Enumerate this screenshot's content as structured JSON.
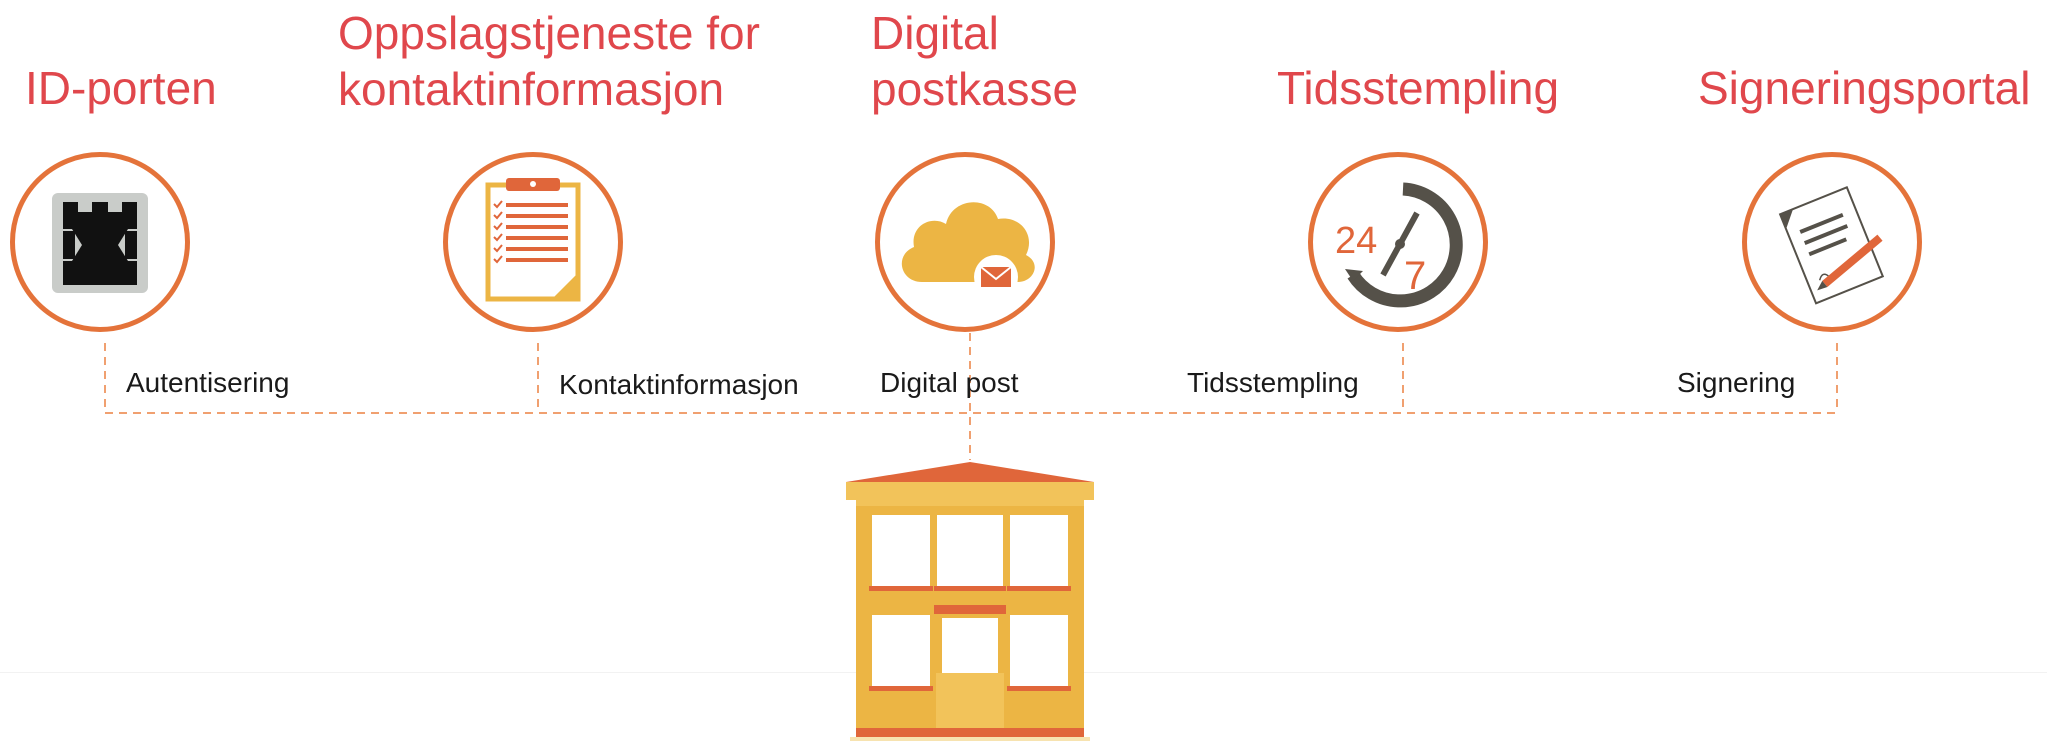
{
  "services": [
    {
      "title": "ID-porten",
      "label": "Autentisering",
      "icon": "castle-icon"
    },
    {
      "title": "Oppslagstjeneste for kontaktinformasjon",
      "label": "Kontaktinformasjon",
      "icon": "clipboard-checklist-icon"
    },
    {
      "title": "Digital postkasse",
      "label": "Digital post",
      "icon": "cloud-mail-icon"
    },
    {
      "title": "Tidsstempling",
      "label": "Tidsstempling",
      "icon": "clock-24-7-icon",
      "icon_text": {
        "left": "24",
        "right": "7"
      }
    },
    {
      "title": "Signeringsportal",
      "label": "Signering",
      "icon": "signed-document-icon"
    }
  ],
  "center": {
    "icon": "building-icon"
  },
  "colors": {
    "title": "#e0474c",
    "ring": "#e4733a",
    "connector": "#f0a070",
    "building_body": "#ecb544",
    "building_roof": "#e0663a",
    "cloud": "#ecb544"
  }
}
